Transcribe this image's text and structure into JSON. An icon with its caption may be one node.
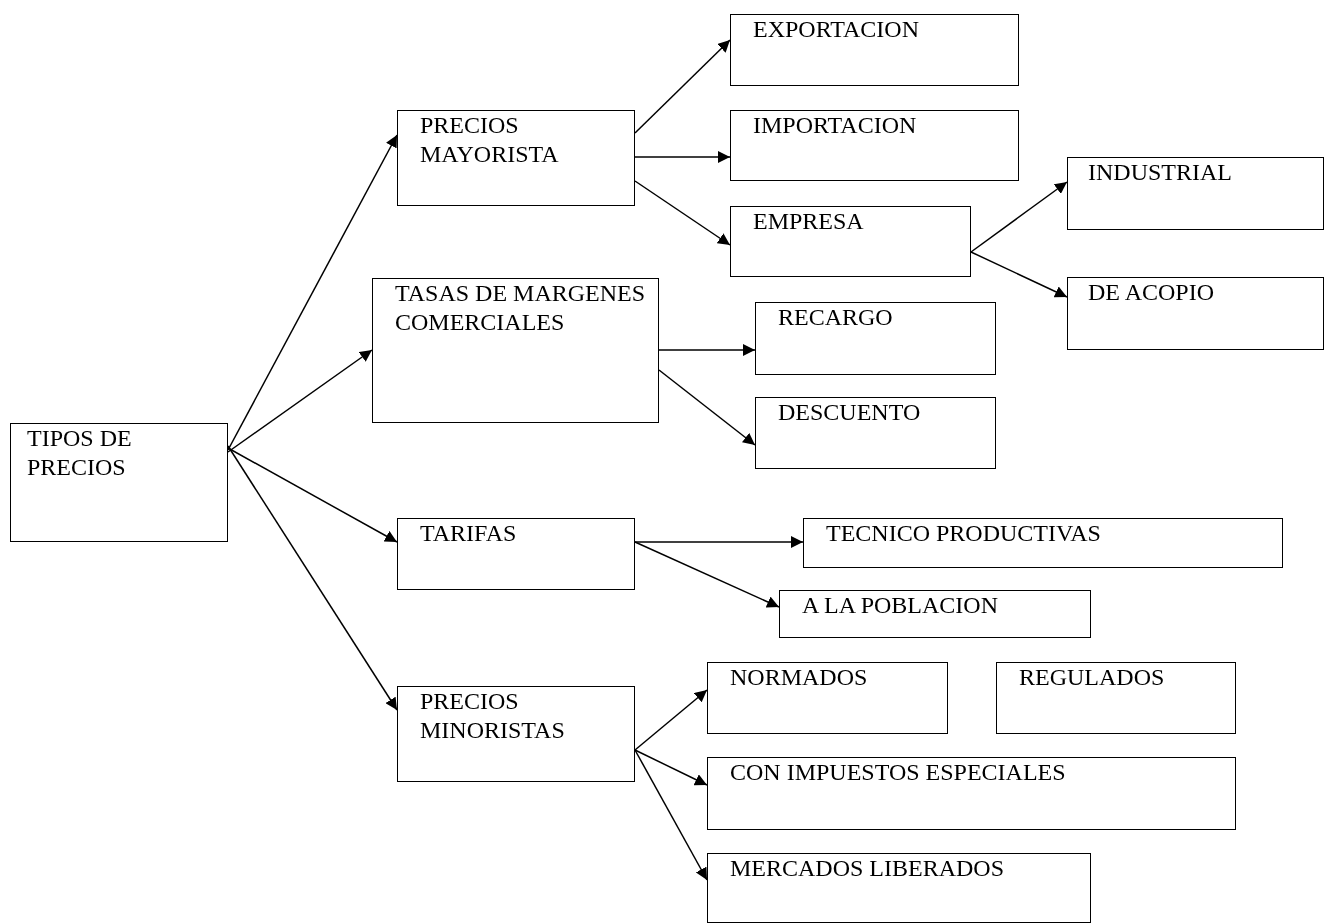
{
  "diagram": {
    "nodes": [
      {
        "text": [
          "TIPOS DE PRECIOS"
        ]
      },
      {
        "text": [
          "PRECIOS MAYORISTA"
        ]
      },
      {
        "text": [
          "EXPORTACION"
        ]
      },
      {
        "text": [
          "IMPORTACION"
        ]
      },
      {
        "text": [
          "EMPRESA"
        ]
      },
      {
        "text": [
          "INDUSTRIAL"
        ]
      },
      {
        "text": [
          "DE ACOPIO"
        ]
      },
      {
        "text": [
          "TASAS DE MARGENES COMERCIALES"
        ]
      },
      {
        "text": [
          "RECARGO"
        ]
      },
      {
        "text": [
          "DESCUENTO"
        ]
      },
      {
        "text": [
          "TARIFAS"
        ]
      },
      {
        "text": [
          "TECNICO PRODUCTIVAS"
        ]
      },
      {
        "text": [
          "A LA POBLACION"
        ]
      },
      {
        "text": [
          "NORMADOS"
        ]
      },
      {
        "text": [
          "REGULADOS"
        ]
      },
      {
        "text": [
          "PRECIOS MINORISTAS"
        ]
      },
      {
        "text": [
          "CON IMPUESTOS ESPECIALES"
        ]
      },
      {
        "text": [
          "MERCADOS LIBERADOS"
        ]
      }
    ],
    "edges": [
      {
        "from": 0,
        "to": 1,
        "arrow": "to"
      },
      {
        "from": 0,
        "to": 7,
        "arrow": "to"
      },
      {
        "from": 0,
        "to": 10,
        "arrow": "to"
      },
      {
        "from": 0,
        "to": 15,
        "arrow": "to"
      },
      {
        "from": 1,
        "to": 2,
        "arrow": "to"
      },
      {
        "from": 1,
        "to": 3,
        "arrow": "to"
      },
      {
        "from": 1,
        "to": 4,
        "arrow": "to"
      },
      {
        "from": 4,
        "to": 5,
        "arrow": "to"
      },
      {
        "from": 4,
        "to": 6,
        "arrow": "to"
      },
      {
        "from": 7,
        "to": 8,
        "arrow": "to"
      },
      {
        "from": 7,
        "to": 9,
        "arrow": "to"
      },
      {
        "from": 10,
        "to": 11,
        "arrow": "to"
      },
      {
        "from": 10,
        "to": 12,
        "arrow": "to"
      },
      {
        "from": 15,
        "to": 13,
        "arrow": "to"
      },
      {
        "from": 15,
        "to": 16,
        "arrow": "to"
      },
      {
        "from": 15,
        "to": 17,
        "arrow": "to"
      }
    ]
  }
}
